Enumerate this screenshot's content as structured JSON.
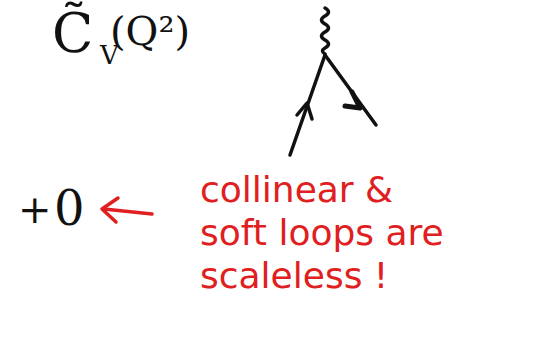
{
  "diagram": {
    "labels": [
      "C̃",
      "V",
      "(Q²)",
      "+",
      "0",
      "collinear & soft loops are scaleless !"
    ]
  }
}
